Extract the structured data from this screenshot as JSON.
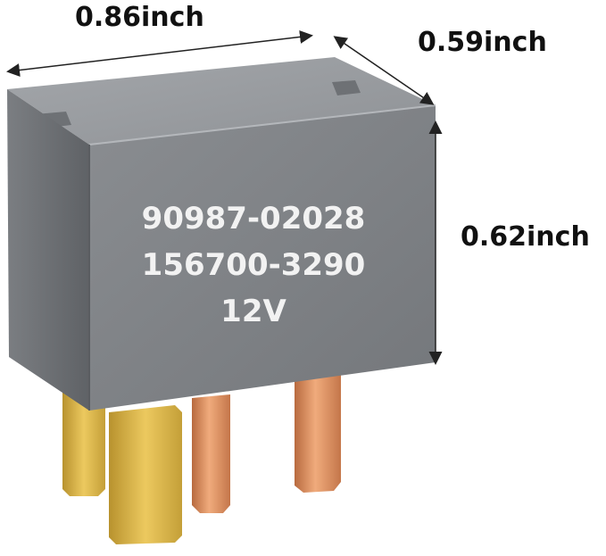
{
  "dimensions": {
    "width": "0.86inch",
    "depth": "0.59inch",
    "height": "0.62inch"
  },
  "relay": {
    "label_line1": "90987-02028",
    "label_line2": "156700-3290",
    "label_line3": "12V"
  },
  "colors": {
    "housing_front": "#7d8084",
    "housing_top": "#9a9da1",
    "housing_side": "#6a6d71",
    "label_text": "#f2f2f2",
    "pin_copper": "#d9895a",
    "pin_brass": "#d6b34c",
    "arrow": "#222222"
  }
}
